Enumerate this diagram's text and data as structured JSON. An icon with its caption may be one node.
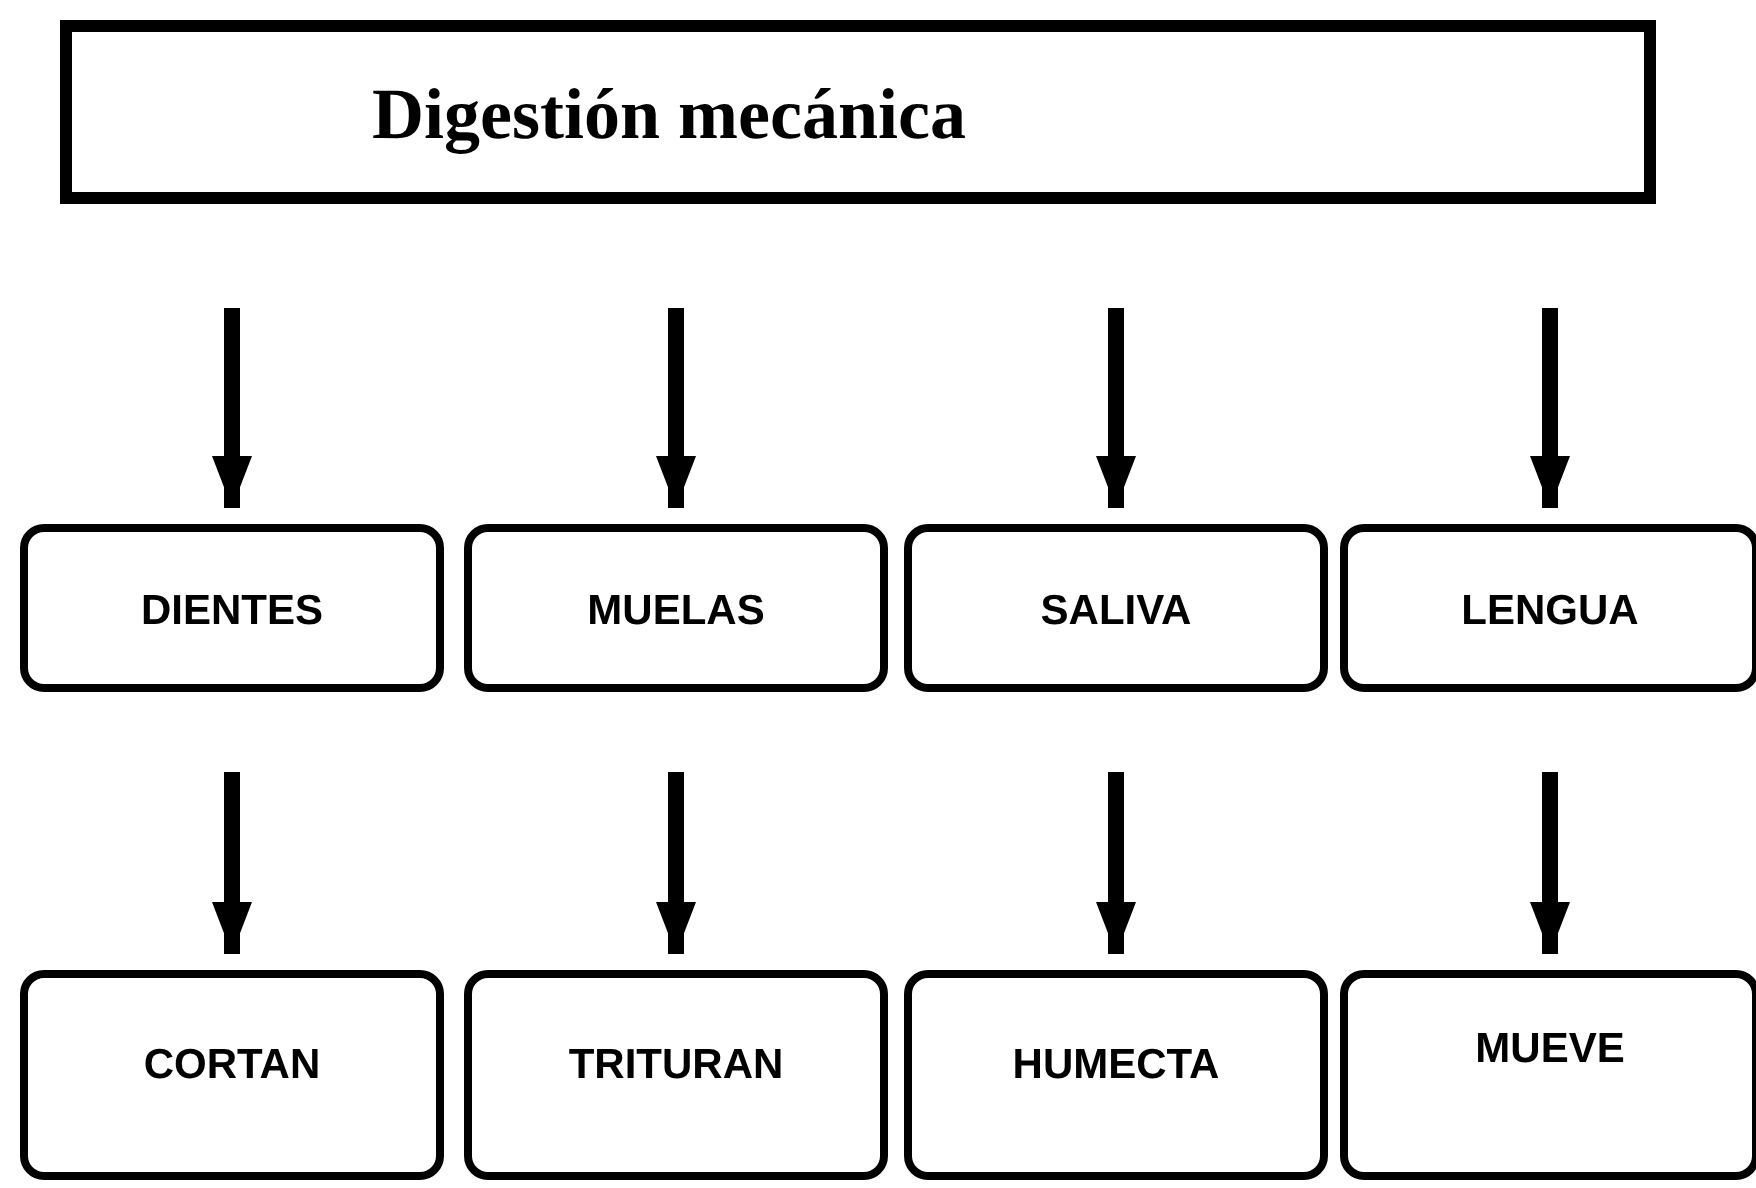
{
  "diagram": {
    "nodes": [
      {
        "text": [
          "Digestión mecánica"
        ]
      },
      {
        "text": [
          "DIENTES"
        ]
      },
      {
        "text": [
          "MUELAS"
        ]
      },
      {
        "text": [
          "SALIVA"
        ]
      },
      {
        "text": [
          "LENGUA"
        ]
      },
      {
        "text": [
          "CORTAN"
        ]
      },
      {
        "text": [
          "TRITURAN"
        ]
      },
      {
        "text": [
          "HUMECTA"
        ]
      },
      {
        "text": [
          "MUEVE"
        ]
      }
    ],
    "edges": [
      {
        "from": 0,
        "to": 1,
        "arrow": "to"
      },
      {
        "from": 0,
        "to": 2,
        "arrow": "to"
      },
      {
        "from": 0,
        "to": 3,
        "arrow": "to"
      },
      {
        "from": 0,
        "to": 4,
        "arrow": "to"
      },
      {
        "from": 1,
        "to": 5,
        "arrow": "to"
      },
      {
        "from": 2,
        "to": 6,
        "arrow": "to"
      },
      {
        "from": 3,
        "to": 7,
        "arrow": "to"
      },
      {
        "from": 4,
        "to": 8,
        "arrow": "to"
      }
    ]
  }
}
